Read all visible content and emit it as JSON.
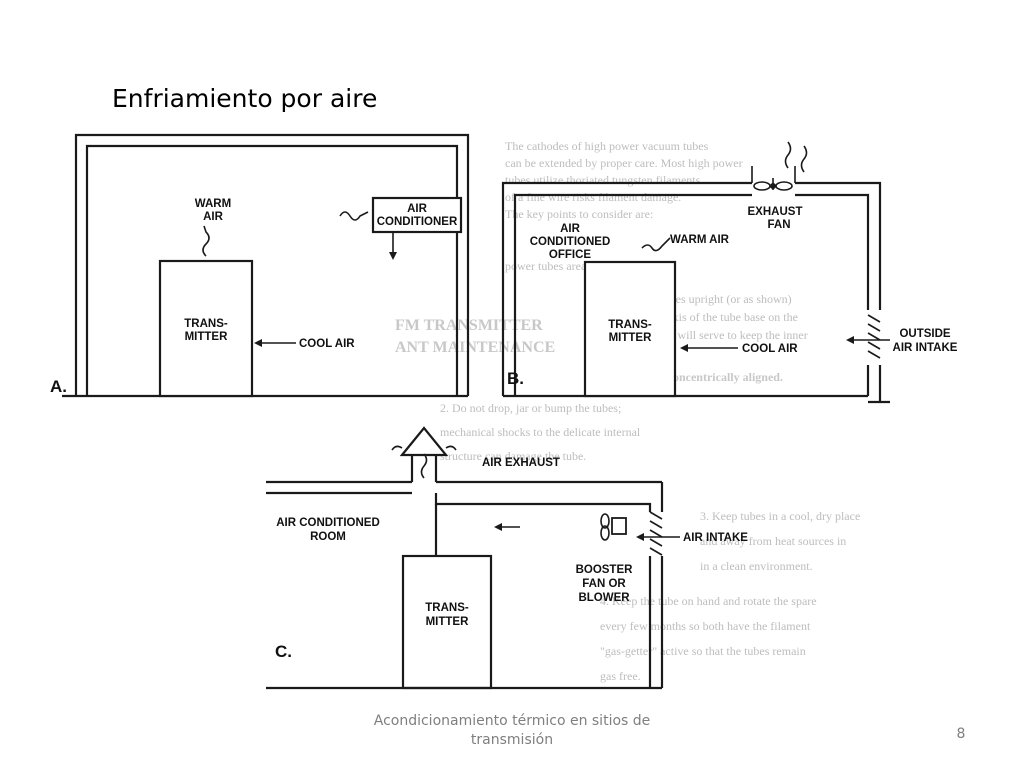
{
  "title": "Enfriamiento por aire",
  "footer": {
    "text": "Acondicionamiento térmico en sitios de transmisión",
    "page_number": "8"
  },
  "diagram": {
    "panel_a": {
      "letter": "A.",
      "warm_air": [
        "WARM",
        "AIR"
      ],
      "air_conditioner": [
        "AIR",
        "CONDITIONER"
      ],
      "transmitter": [
        "TRANS-",
        "MITTER"
      ],
      "cool_air": "COOL AIR"
    },
    "panel_b": {
      "letter": "B.",
      "exhaust_fan": [
        "EXHAUST",
        "FAN"
      ],
      "air_conditioned_office": [
        "AIR",
        "CONDITIONED",
        "OFFICE"
      ],
      "warm_air": "WARM AIR",
      "transmitter": [
        "TRANS-",
        "MITTER"
      ],
      "cool_air": "COOL AIR",
      "outside_air_intake": [
        "OUTSIDE",
        "AIR INTAKE"
      ]
    },
    "panel_c": {
      "letter": "C.",
      "air_exhaust": "AIR EXHAUST",
      "air_conditioned_room": [
        "AIR CONDITIONED",
        "ROOM"
      ],
      "air_intake": "AIR INTAKE",
      "booster_fan": [
        "BOOSTER",
        "FAN OR",
        "BLOWER"
      ],
      "transmitter": [
        "TRANS-",
        "MITTER"
      ]
    }
  },
  "background_text": {
    "heading": [
      "FM TRANSMITTER",
      "ANT MAINTENANCE"
    ],
    "lines": [
      "The cathodes of high power vacuum tubes",
      "can be extended by proper care. Most high power",
      "tubes utilize thoriated tungsten filaments",
      "of a fine wire risks filament damage.",
      "The key points to consider are:",
      "power tubes area.",
      "1. Store tubes upright (or as shown) ",
      "along the axis of the tube base on the",
      "board. This will serve to keep the inner",
      "elements concentrically aligned.",
      "2. Do not drop, jar or bump the tubes;",
      "mechanical shocks to the delicate internal",
      "structure can damage the tube.",
      "3. Keep tubes in a cool, dry place",
      "and away from heat sources in",
      "in a clean environment.",
      "4. Keep the tube on hand and rotate the spare",
      "every few months so both have the filament",
      "\"gas-getter\" active so that the tubes remain",
      "gas free."
    ]
  }
}
